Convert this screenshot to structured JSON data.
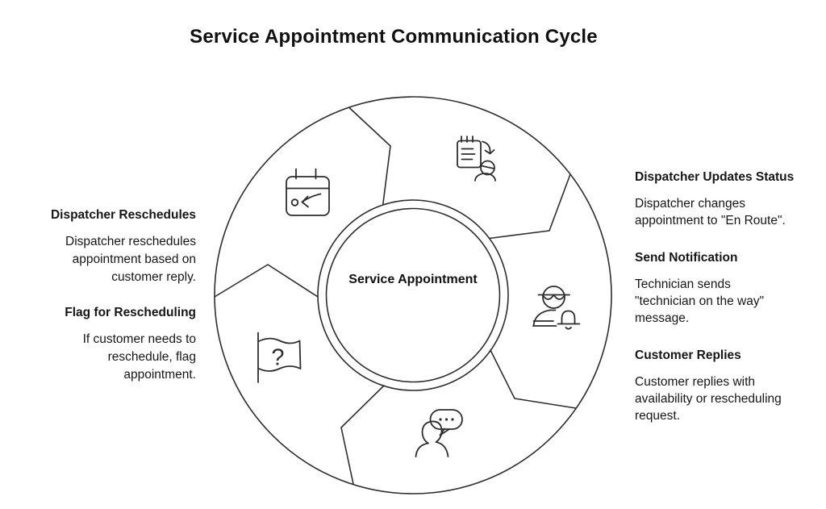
{
  "title": "Service Appointment Communication Cycle",
  "diagram": {
    "center_label": "Service Appointment",
    "flag_question_mark": "?",
    "steps": [
      {
        "icon": "status-update-clipboard-icon",
        "position": "top"
      },
      {
        "icon": "technician-bell-icon",
        "position": "right"
      },
      {
        "icon": "customer-chat-icon",
        "position": "bottom"
      },
      {
        "icon": "question-flag-icon",
        "position": "bottom-left"
      },
      {
        "icon": "calendar-reschedule-icon",
        "position": "top-left"
      }
    ]
  },
  "left_annotations": [
    {
      "heading": "Dispatcher Reschedules",
      "lines": [
        "Dispatcher reschedules",
        "appointment based on",
        "customer reply."
      ]
    },
    {
      "heading": "Flag for Rescheduling",
      "lines": [
        "If customer needs to",
        "reschedule, flag",
        "appointment."
      ]
    }
  ],
  "right_annotations": [
    {
      "heading": "Dispatcher Updates Status",
      "lines": [
        "Dispatcher changes",
        "appointment to \"En Route\"."
      ]
    },
    {
      "heading": "Send Notification",
      "lines": [
        "Technician sends",
        "\"technician on the way\"",
        "message."
      ]
    },
    {
      "heading": "Customer Replies",
      "lines": [
        "Customer replies with",
        "availability or rescheduling",
        "request."
      ]
    }
  ],
  "colors": {
    "background": "#ffffff",
    "stroke": "#2d2d2d",
    "text": "#111111"
  }
}
